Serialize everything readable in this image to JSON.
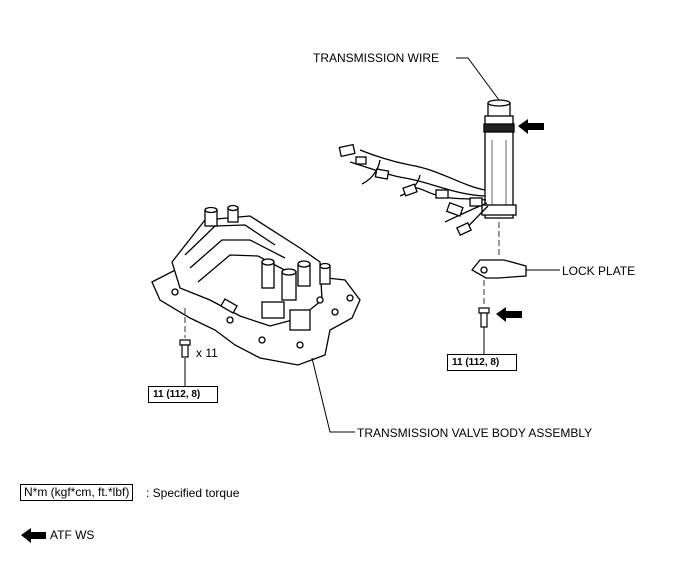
{
  "labels": {
    "transmission_wire": "TRANSMISSION WIRE",
    "lock_plate": "LOCK PLATE",
    "valve_body": "TRANSMISSION VALVE BODY ASSEMBLY",
    "bolt_count": "x 11"
  },
  "torques": {
    "valve_body_bolts": "11 (112, 8)",
    "lock_plate_bolt": "11 (112, 8)"
  },
  "legend": {
    "torque_key": "N*m (kgf*cm, ft.*lbf)",
    "torque_desc": ": Specified torque",
    "atf_label": "ATF WS"
  },
  "icons": [
    "arrow-left-icon"
  ]
}
